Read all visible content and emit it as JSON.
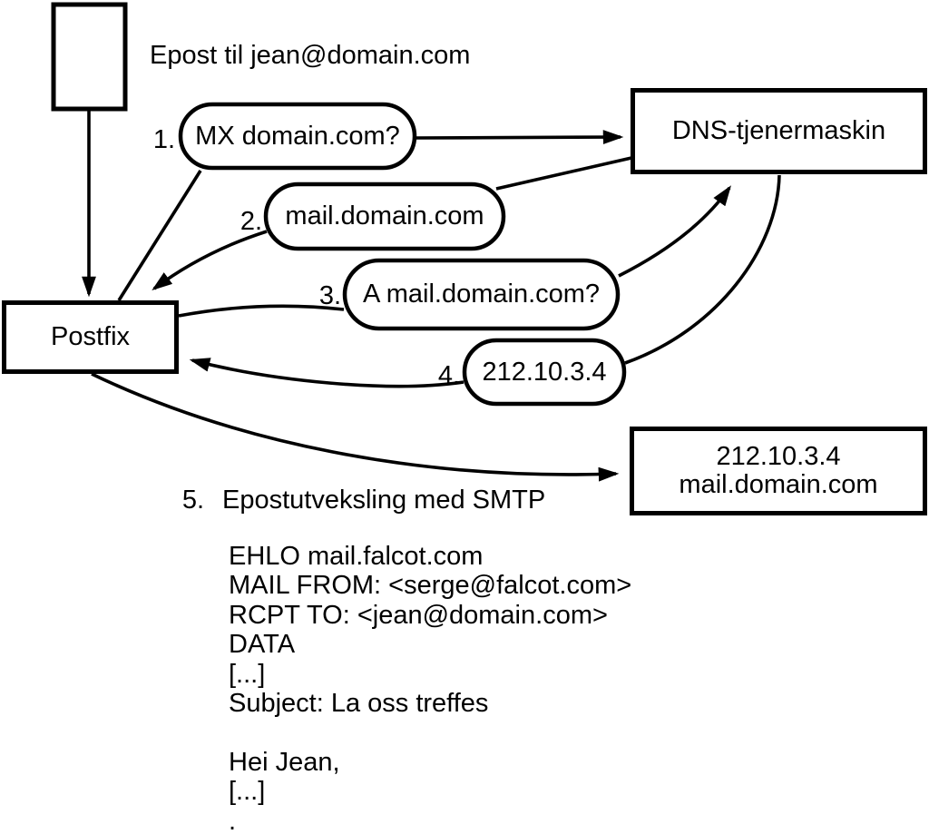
{
  "diagram": {
    "title": "Epost til jean@domain.com",
    "nodes": {
      "postfix": {
        "label": "Postfix"
      },
      "dns_server": {
        "label": "DNS-tjenermaskin"
      },
      "mail_server": {
        "lines": [
          "212.10.3.4",
          "mail.domain.com"
        ]
      }
    },
    "steps": [
      {
        "num": "1.",
        "label": "MX domain.com?"
      },
      {
        "num": "2.",
        "label": "mail.domain.com"
      },
      {
        "num": "3.",
        "label": "A mail.domain.com?"
      },
      {
        "num": "4.",
        "label": "212.10.3.4"
      },
      {
        "num": "5.",
        "label": "Epostutveksling med SMTP"
      }
    ],
    "smtp_session": "EHLO mail.falcot.com\nMAIL FROM: <serge@falcot.com>\nRCPT TO: <jean@domain.com>\nDATA\n[...]\nSubject: La oss treffes\n\nHei Jean,\n[...]\n.",
    "colors": {
      "stroke": "#000000",
      "background": "#ffffff"
    }
  }
}
